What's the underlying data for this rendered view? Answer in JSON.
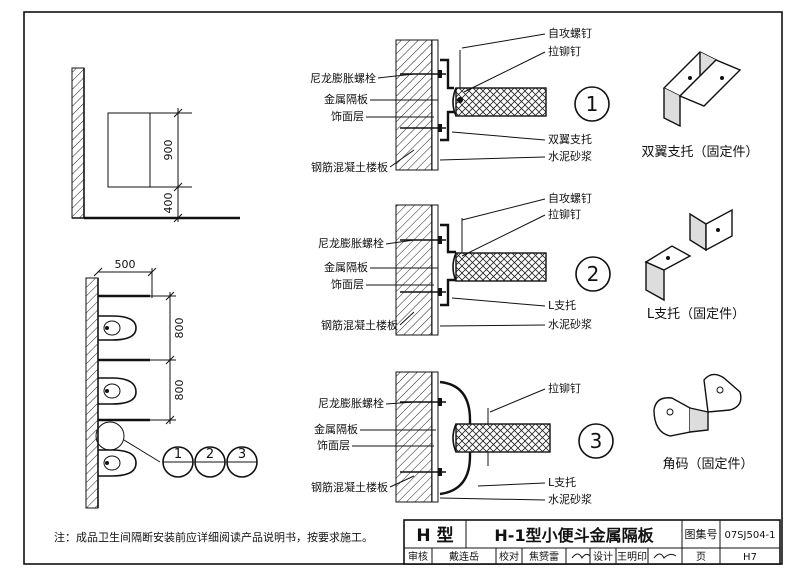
{
  "left_views": {
    "elevation": {
      "dim_upper": "900",
      "dim_lower": "400"
    },
    "plan": {
      "dim_top": "500",
      "dim_mid1": "800",
      "dim_mid2": "800"
    },
    "detail_refs": [
      "1",
      "2",
      "3"
    ]
  },
  "details": [
    {
      "number": "1",
      "labels_left": [
        "尼龙膨胀螺栓",
        "金属隔板",
        "饰面层",
        "钢筋混凝土楼板"
      ],
      "labels_right": [
        "自攻螺钉",
        "拉铆钉",
        "双翼支托",
        "水泥砂浆"
      ]
    },
    {
      "number": "2",
      "labels_left": [
        "尼龙膨胀螺栓",
        "金属隔板",
        "饰面层",
        "钢筋混凝土楼板"
      ],
      "labels_right": [
        "自攻螺钉",
        "拉铆钉",
        "L支托",
        "水泥砂浆"
      ]
    },
    {
      "number": "3",
      "labels_left": [
        "尼龙膨胀螺栓",
        "金属隔板",
        "饰面层",
        "钢筋混凝土楼板"
      ],
      "labels_right": [
        "拉铆钉",
        "L支托",
        "水泥砂浆"
      ]
    }
  ],
  "parts": [
    {
      "name": "双翼支托（固定件）"
    },
    {
      "name": "L支托（固定件）"
    },
    {
      "name": "角码（固定件）"
    }
  ],
  "note": "注：成品卫生间隔断安装前应详细阅读产品说明书，按要求施工。",
  "title_block": {
    "type": "H 型",
    "title": "H-1型小便斗金属隔板",
    "atlas_label": "图集号",
    "atlas_no": "07SJ504-1",
    "review_label": "审核",
    "review_name": "戴连岳",
    "check_label": "校对",
    "check_name": "焦赟雷",
    "design_label": "设计",
    "design_name": "王明印",
    "page_label": "页",
    "page_no": "H7"
  }
}
